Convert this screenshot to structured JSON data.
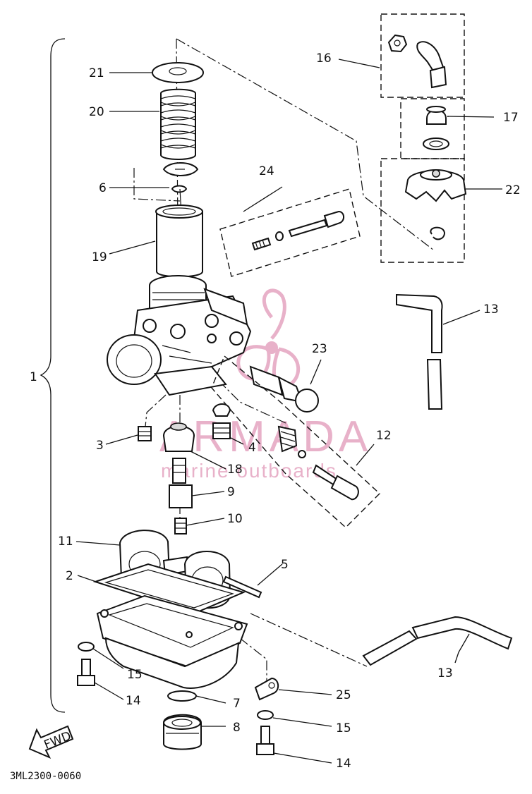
{
  "diagram_code": "3ML2300-0060",
  "fwd_label": "FWD",
  "watermark": {
    "brand": "ARMADA",
    "tagline": "marine outboards"
  },
  "callouts": {
    "c1": "1",
    "c2": "2",
    "c3": "3",
    "c4": "4",
    "c5": "5",
    "c6": "6",
    "c7": "7",
    "c8": "8",
    "c9": "9",
    "c10": "10",
    "c11": "11",
    "c12": "12",
    "c13a": "13",
    "c13b": "13",
    "c14a": "14",
    "c14b": "14",
    "c15a": "15",
    "c15b": "15",
    "c16": "16",
    "c17": "17",
    "c18": "18",
    "c19": "19",
    "c20": "20",
    "c21": "21",
    "c22": "22",
    "c23": "23",
    "c24": "24",
    "c25": "25"
  },
  "colors": {
    "line": "#111111",
    "watermark": "#e6a9c4",
    "background": "#ffffff"
  }
}
